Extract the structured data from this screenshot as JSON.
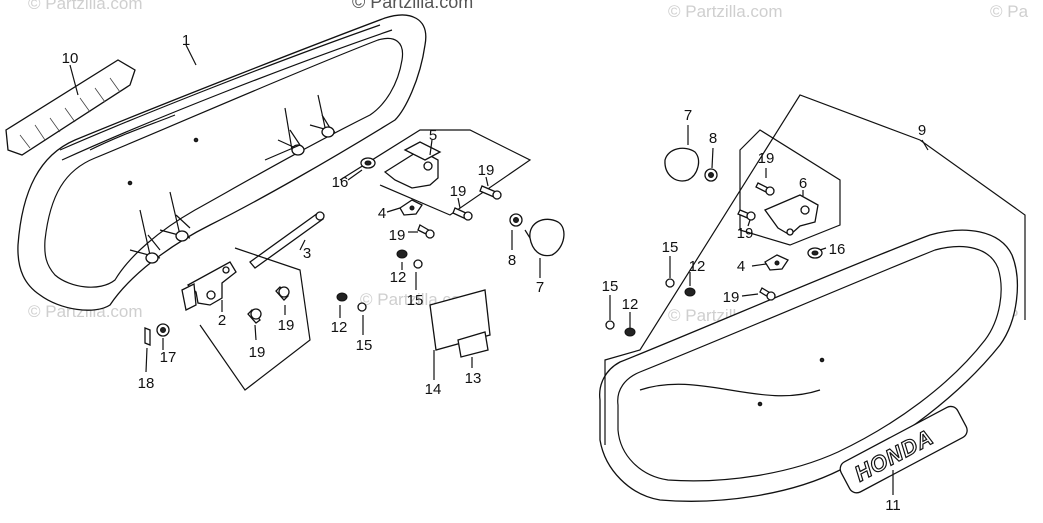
{
  "watermarks": [
    {
      "id": "wm-top-left",
      "text": "© Partzilla.com"
    },
    {
      "id": "wm-top-center",
      "text": "© Partzilla.com"
    },
    {
      "id": "wm-top-right",
      "text": "© Partzilla.com"
    },
    {
      "id": "wm-top-edge",
      "text": "© Pa"
    },
    {
      "id": "wm-mid-left",
      "text": "© Partzilla.com"
    },
    {
      "id": "wm-mid-center",
      "text": "© Partzilla.com"
    },
    {
      "id": "wm-mid-right",
      "text": "© Partzilla.com"
    },
    {
      "id": "wm-mid-edge",
      "text": "© P"
    }
  ],
  "logo_text": "HONDA",
  "callouts": {
    "c1": "1",
    "c2": "2",
    "c3": "3",
    "c4a": "4",
    "c4b": "4",
    "c5": "5",
    "c6": "6",
    "c7a": "7",
    "c7b": "7",
    "c8a": "8",
    "c8b": "8",
    "c9": "9",
    "c10": "10",
    "c11": "11",
    "c12a": "12",
    "c12b": "12",
    "c12c": "12",
    "c12d": "12",
    "c13": "13",
    "c14": "14",
    "c15a": "15",
    "c15b": "15",
    "c15c": "15",
    "c15d": "15",
    "c16a": "16",
    "c16b": "16",
    "c17": "17",
    "c18": "18",
    "c19a": "19",
    "c19b": "19",
    "c19c": "19",
    "c19d": "19",
    "c19e": "19",
    "c19f": "19",
    "c19g": "19",
    "c19h": "19"
  }
}
